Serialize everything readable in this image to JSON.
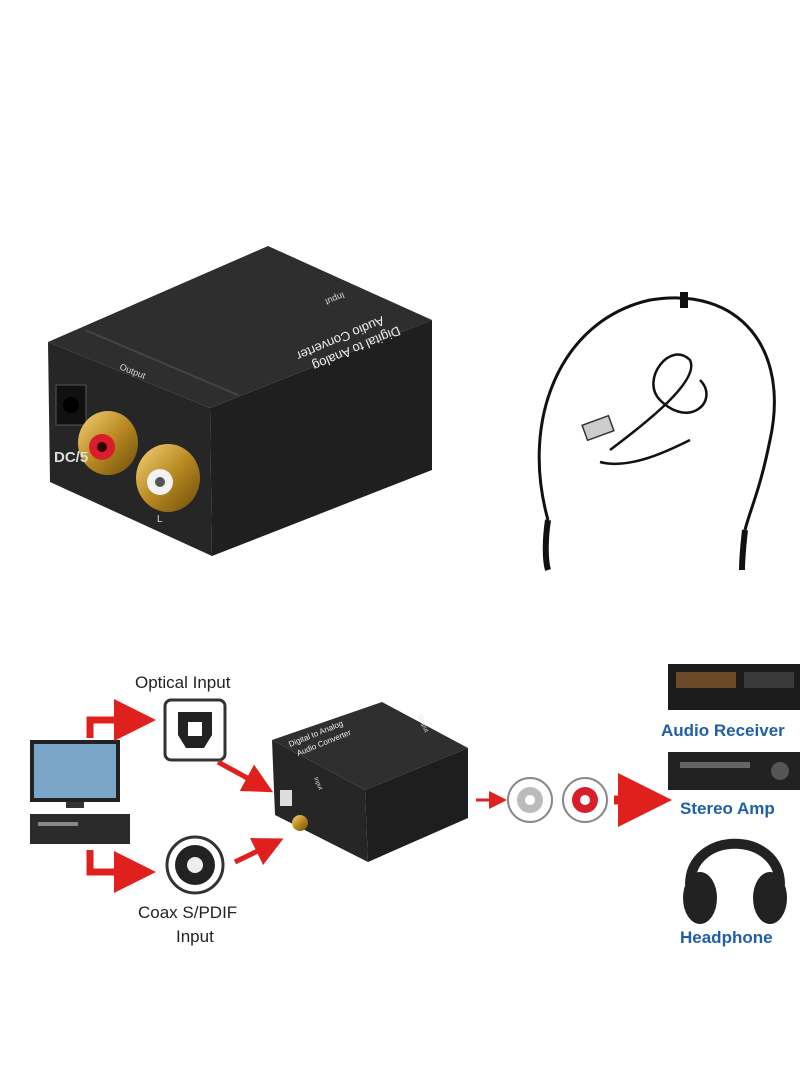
{
  "product": {
    "device_top_line1": "Digital to Analog",
    "device_top_line2": "Audio Converter",
    "device_input_label": "Input",
    "device_output_label": "Output",
    "device_dc_label": "DC/5",
    "device_l_label": "L"
  },
  "diagram": {
    "optical_input_label": "Optical Input",
    "coax_label_line1": "Coax S/PDIF",
    "coax_label_line2": "Input",
    "mini_device_line1": "Digital to Analog",
    "mini_device_line2": "Audio Converter",
    "mini_device_input": "Input",
    "mini_device_output": "Output",
    "outputs": [
      {
        "label": "Audio Receiver"
      },
      {
        "label": "Stereo Amp"
      },
      {
        "label": "Headphone"
      }
    ]
  },
  "colors": {
    "arrow": "#e0201c",
    "output_label": "#1f5fa8",
    "device_body": "#2a2a2a"
  }
}
